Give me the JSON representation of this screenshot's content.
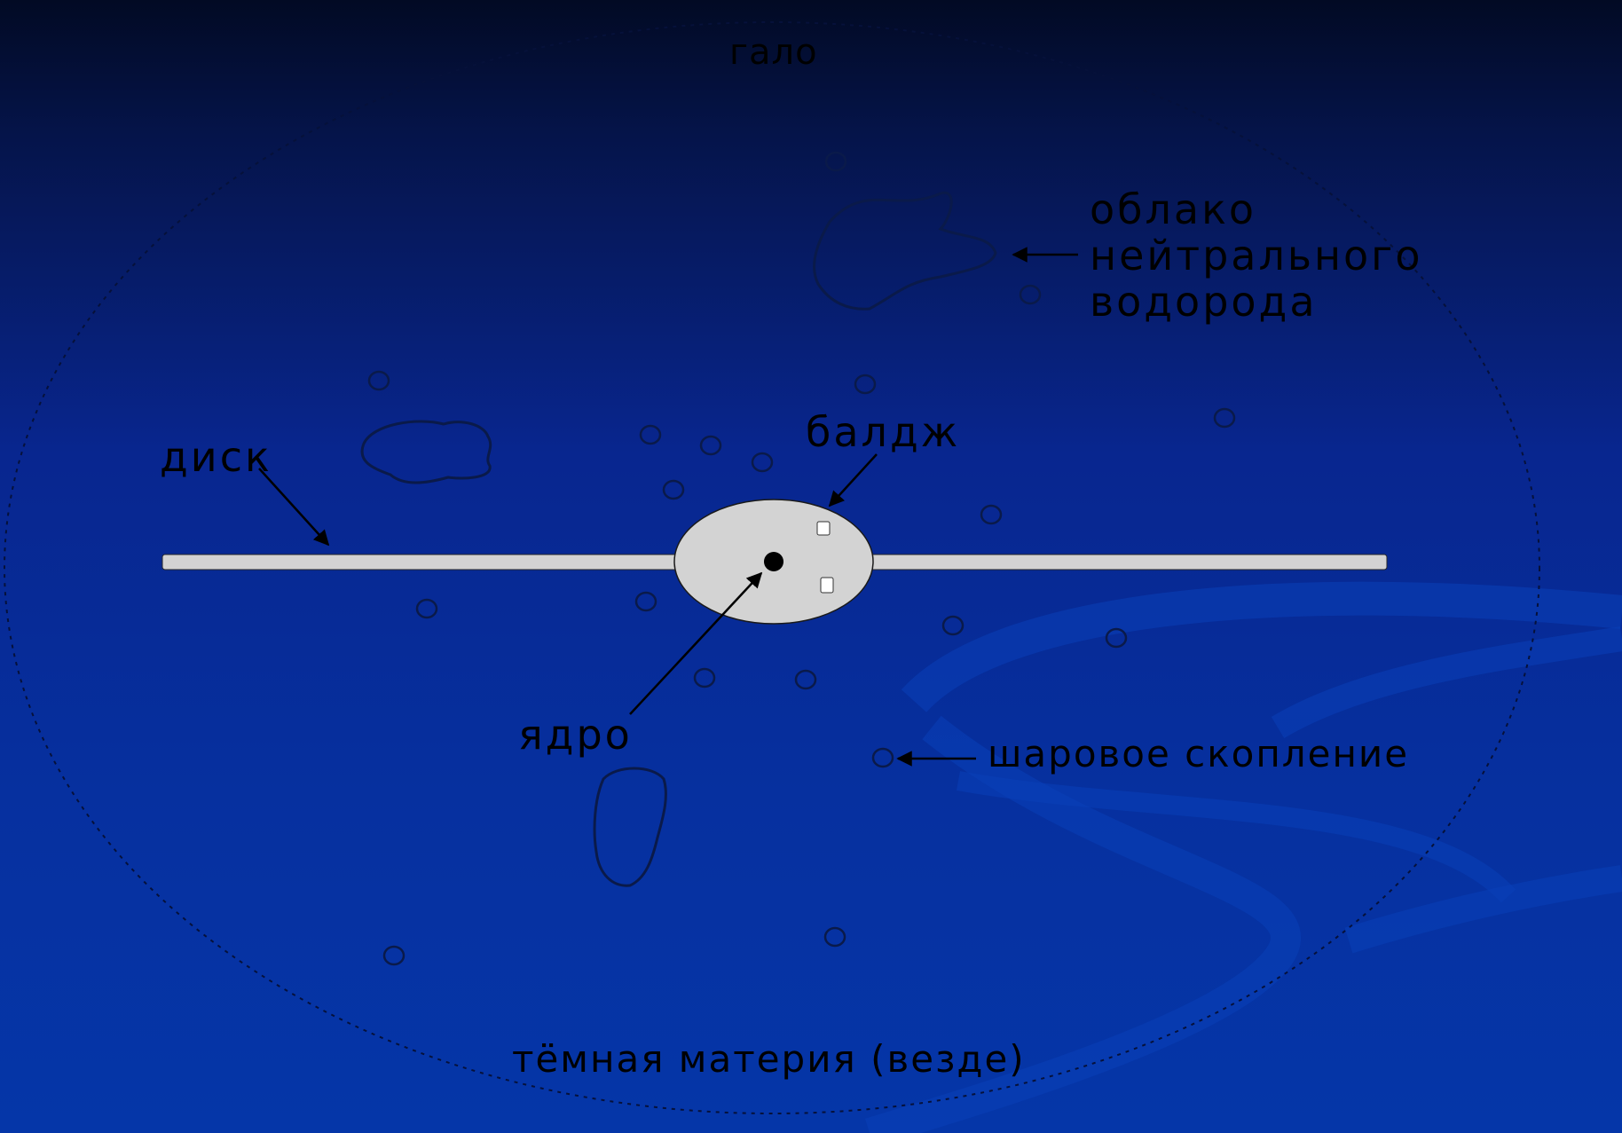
{
  "diagram": {
    "labels": {
      "halo": "гало",
      "cloud_line1": "облако",
      "cloud_line2": "нейтрального",
      "cloud_line3": "водорода",
      "disk": "диск",
      "bulge": "балдж",
      "nucleus": "ядро",
      "globular_cluster": "шаровое скопление",
      "dark_matter": "тёмная материя (везде)"
    },
    "colors": {
      "background_top": "#020a24",
      "background_bottom": "#0536a8",
      "disk_fill": "#d3d3d3",
      "outline": "#0a1a4a",
      "text": "#000000"
    }
  }
}
